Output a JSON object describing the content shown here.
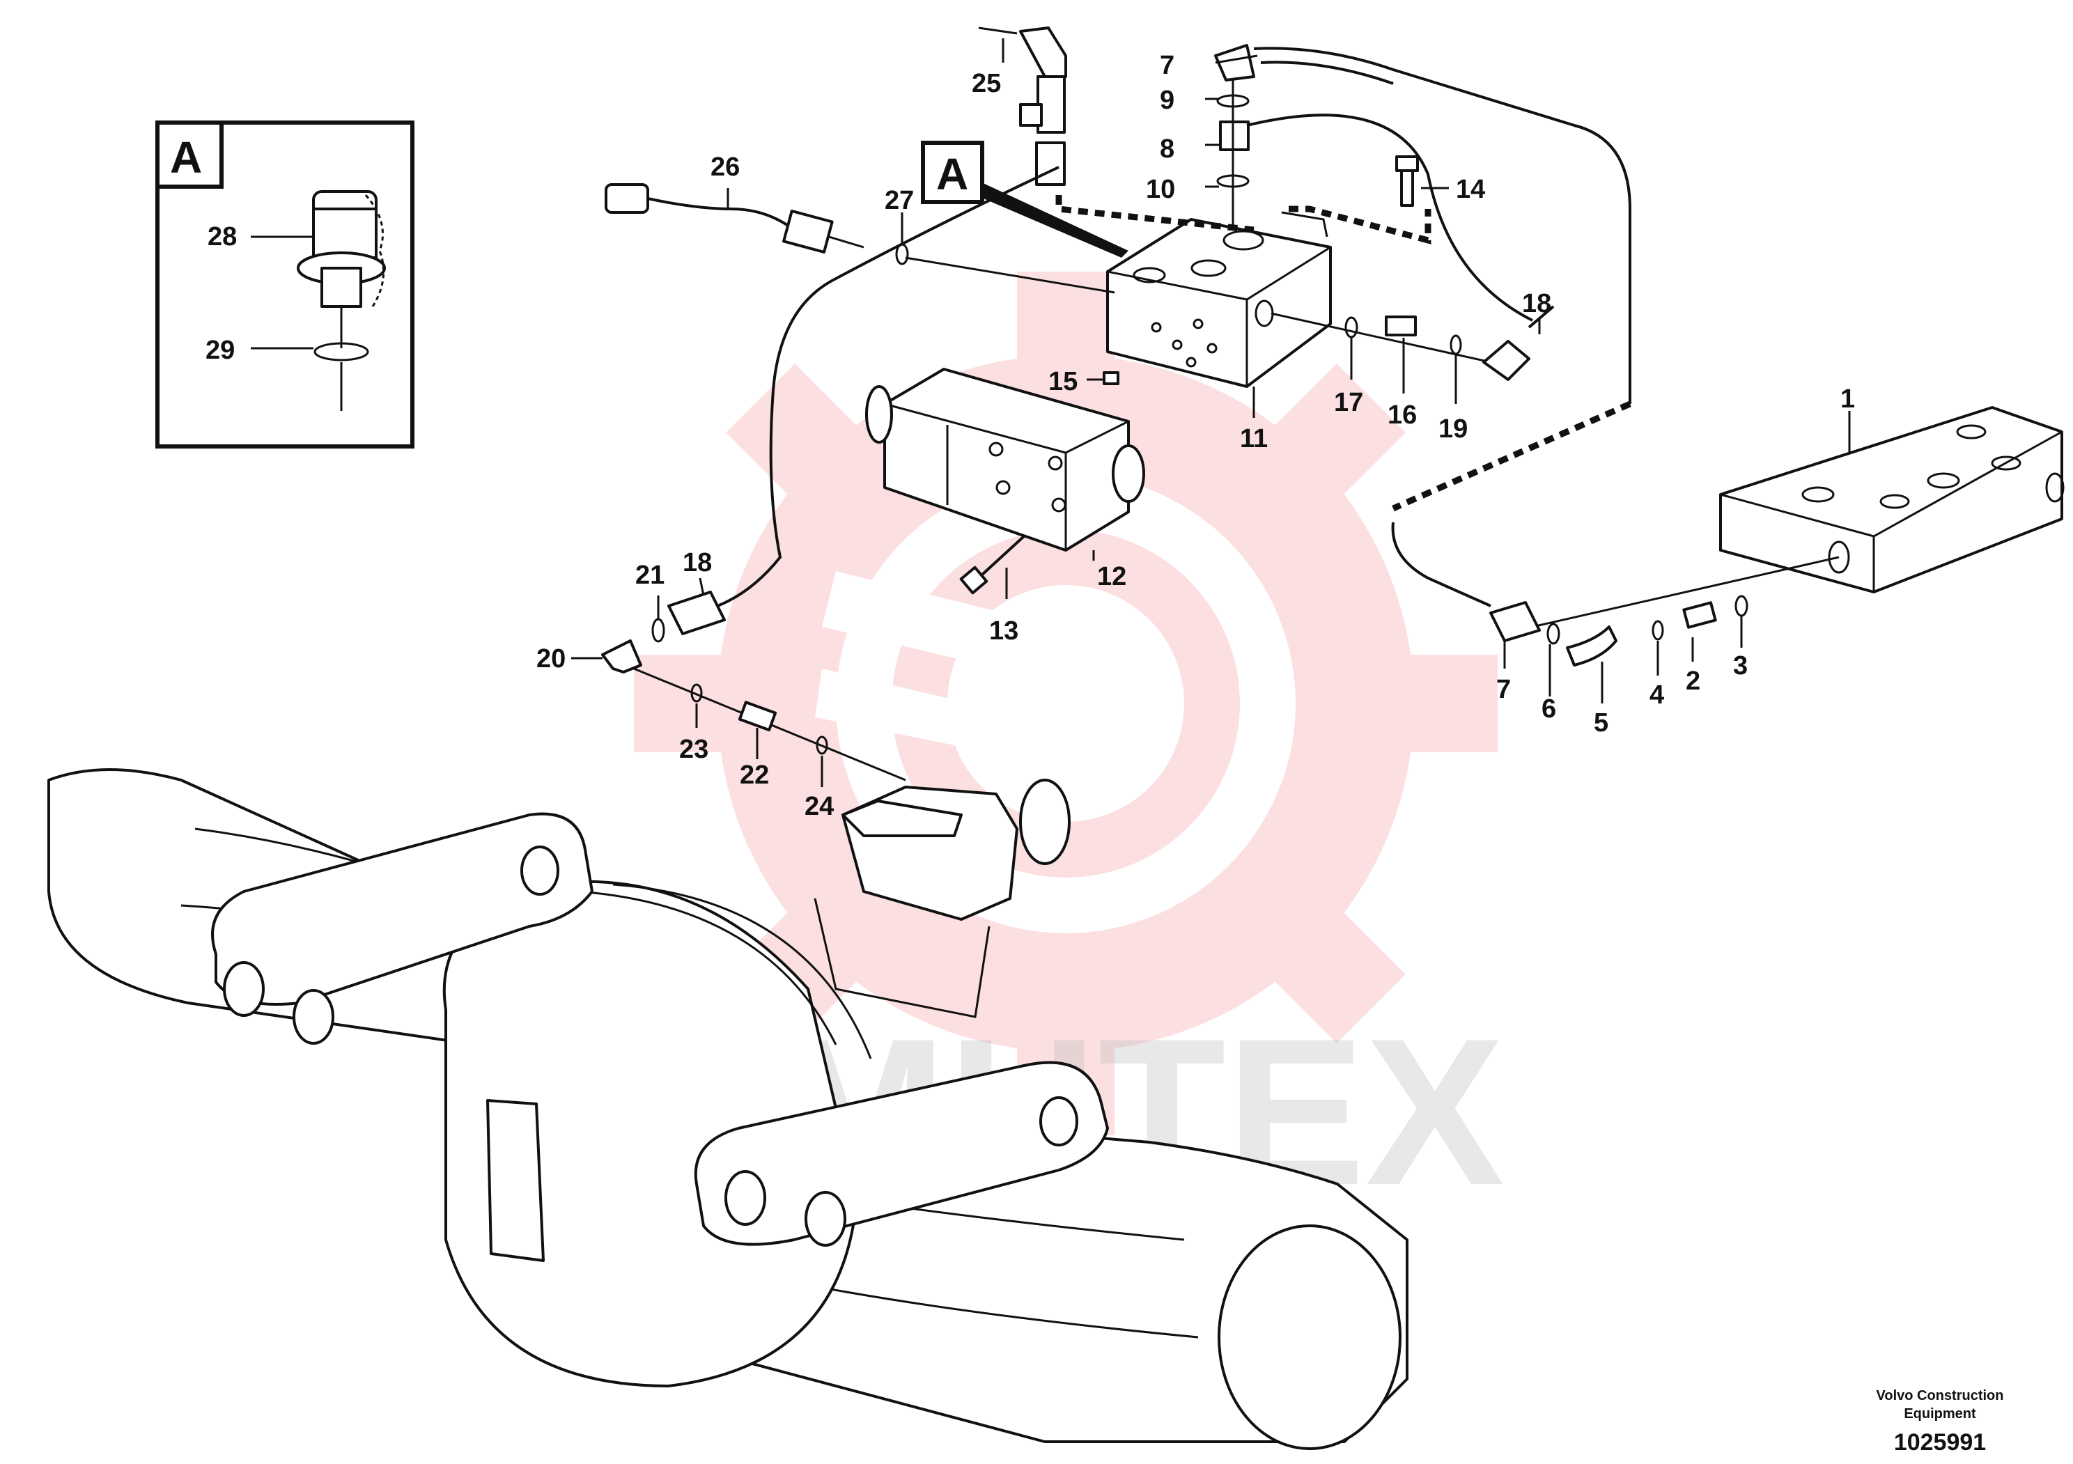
{
  "diagram": {
    "view_label": "A",
    "callouts": [
      "1",
      "2",
      "3",
      "4",
      "5",
      "6",
      "7",
      "8",
      "9",
      "10",
      "11",
      "12",
      "13",
      "14",
      "15",
      "16",
      "17",
      "18",
      "19",
      "20",
      "21",
      "22",
      "23",
      "24",
      "25",
      "26",
      "27",
      "28",
      "29"
    ],
    "duplicate_callouts": [
      "7",
      "18"
    ],
    "watermark_text": "MHTEX",
    "watermark_color": "#e8323c",
    "footer": {
      "company_line1": "Volvo Construction",
      "company_line2": "Equipment",
      "drawing_number": "1025991"
    }
  }
}
